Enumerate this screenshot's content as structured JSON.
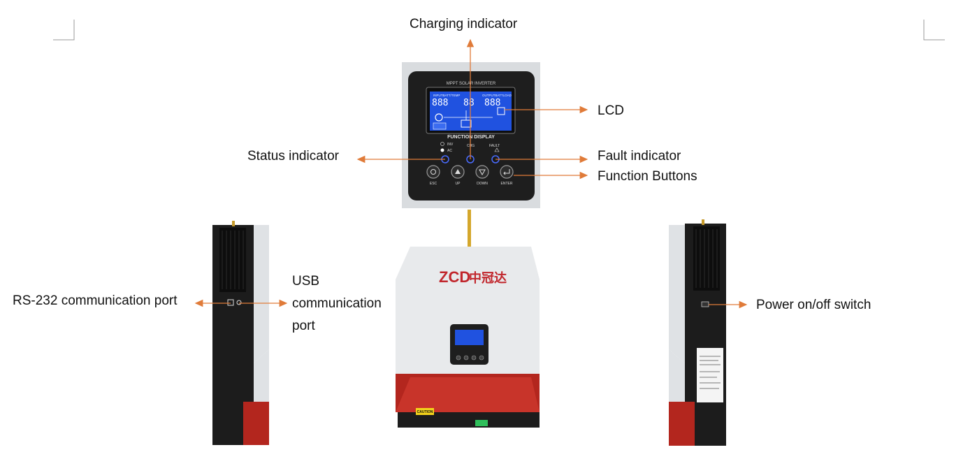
{
  "callouts": {
    "charging_indicator": "Charging indicator",
    "lcd": "LCD",
    "status_indicator": "Status indicator",
    "fault_indicator": "Fault indicator",
    "function_buttons": "Function Buttons",
    "rs232_port": "RS-232 communication port",
    "usb_port": "USB communication port",
    "power_switch": "Power on/off switch"
  },
  "panel": {
    "header": "MPPT SOLAR INVERTER",
    "lcd_top_left": "INPUTBATT/TEMP",
    "lcd_top_right": "OUTPUTBATTLOAD",
    "lcd_digits_left": "888",
    "lcd_digits_mid": "88",
    "lcd_digits_right": "888",
    "function_display": "FUNCTION DISPLAY",
    "inv": "INV",
    "ac": "AC",
    "chg": "CHG",
    "fault": "FAULT",
    "buttons": [
      "ESC",
      "UP",
      "DOWN",
      "ENTER"
    ]
  },
  "brand": {
    "logo_latin": "ZCD",
    "logo_cn": "中冠达",
    "caution": "CAUTION"
  },
  "colors": {
    "arrow": "#e07b39",
    "device_red": "#b3261e",
    "device_white": "#e8eaec",
    "device_black": "#1c1c1c",
    "lcd_blue": "#1d4bd8",
    "gold_rod": "#d4a72c"
  }
}
